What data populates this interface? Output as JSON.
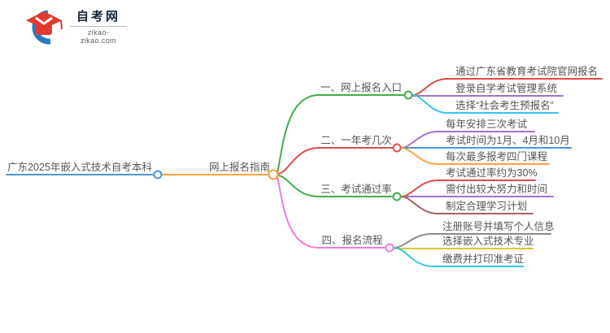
{
  "brand": {
    "name": "自考网",
    "domain": "zikao-zikao.com",
    "logo_blue": "#2b7bbf",
    "logo_red": "#e23b2e"
  },
  "mindmap": {
    "root": {
      "label": "广东2025年嵌入式技术自考本科",
      "color": "#4e95d9"
    },
    "center": {
      "label": "网上报名指南",
      "color": "#f5a43c"
    },
    "branches": [
      {
        "label": "一、网上报名入口",
        "color": "#43ad4c",
        "children": [
          {
            "label": "通过广东省教育考试院官网报名",
            "color": "#e04b48"
          },
          {
            "label": "登录自学考试管理系统",
            "color": "#a472ce"
          },
          {
            "label": "选择“社会考生预报名”",
            "color": "#38c5e8"
          }
        ]
      },
      {
        "label": "二、一年考几次",
        "color": "#e04b48",
        "children": [
          {
            "label": "每年安排三次考试",
            "color": "#a472ce"
          },
          {
            "label": "考试时间为1月、4月和10月",
            "color": "#4e95d9"
          },
          {
            "label": "每次最多报考四门课程",
            "color": "#f5a43c"
          }
        ]
      },
      {
        "label": "三、考试通过率",
        "color": "#43ad4c",
        "children": [
          {
            "label": "考试通过率约为30%",
            "color": "#e04b48"
          },
          {
            "label": "需付出较大努力和时间",
            "color": "#a472ce"
          },
          {
            "label": "制定合理学习计划",
            "color": "#a76060"
          }
        ]
      },
      {
        "label": "四、报名流程",
        "color": "#ef7ad9",
        "children": [
          {
            "label": "注册账号并填写个人信息",
            "color": "#8a8a8a"
          },
          {
            "label": "选择嵌入式技术专业",
            "color": "#d6c832"
          },
          {
            "label": "缴费并打印准考证",
            "color": "#38c5e8"
          }
        ]
      }
    ]
  }
}
